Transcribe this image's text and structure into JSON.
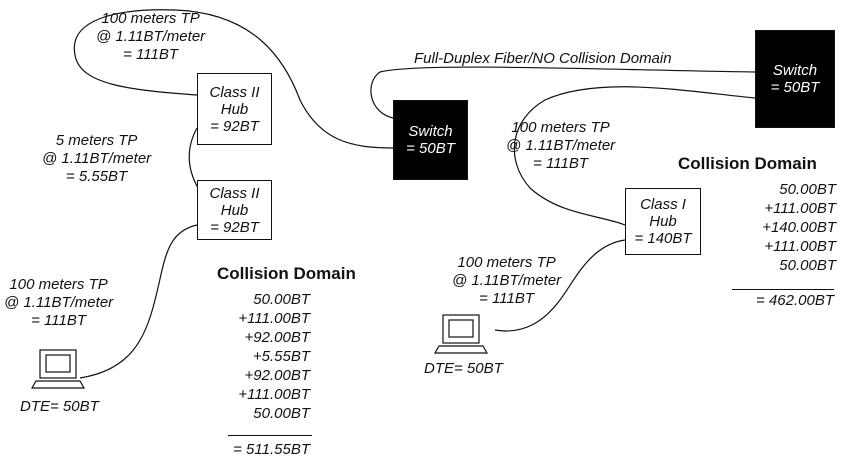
{
  "left": {
    "cable_top": [
      "100 meters TP",
      "@ 1.11BT/meter",
      "= 111BT"
    ],
    "hub_top": [
      "Class II",
      "Hub",
      "= 92BT"
    ],
    "cable_mid": [
      "5 meters TP",
      "@ 1.11BT/meter",
      "= 5.55BT"
    ],
    "hub_bottom": [
      "Class II",
      "Hub",
      "= 92BT"
    ],
    "cable_bottom": [
      "100 meters TP",
      "@ 1.11BT/meter",
      "= 111BT"
    ],
    "dte": "DTE= 50BT",
    "domain_title": "Collision Domain",
    "sum_lines": [
      "50.00BT",
      "+111.00BT",
      "+92.00BT",
      "+5.55BT",
      "+92.00BT",
      "+111.00BT",
      "50.00BT"
    ],
    "total": "= 511.55BT"
  },
  "center_switch": [
    "Switch",
    "= 50BT"
  ],
  "fiber_label": "Full-Duplex Fiber/NO Collision Domain",
  "right": {
    "switch": [
      "Switch",
      "= 50BT"
    ],
    "cable_top": [
      "100 meters TP",
      "@ 1.11BT/meter",
      "= 111BT"
    ],
    "domain_title": "Collision Domain",
    "sum_lines": [
      "50.00BT",
      "+111.00BT",
      "+140.00BT",
      "+111.00BT",
      "50.00BT"
    ],
    "total": "= 462.00BT",
    "hub": [
      "Class I",
      "Hub",
      "= 140BT"
    ],
    "cable_bottom": [
      "100 meters TP",
      "@ 1.11BT/meter",
      "= 111BT"
    ],
    "dte": "DTE= 50BT"
  }
}
